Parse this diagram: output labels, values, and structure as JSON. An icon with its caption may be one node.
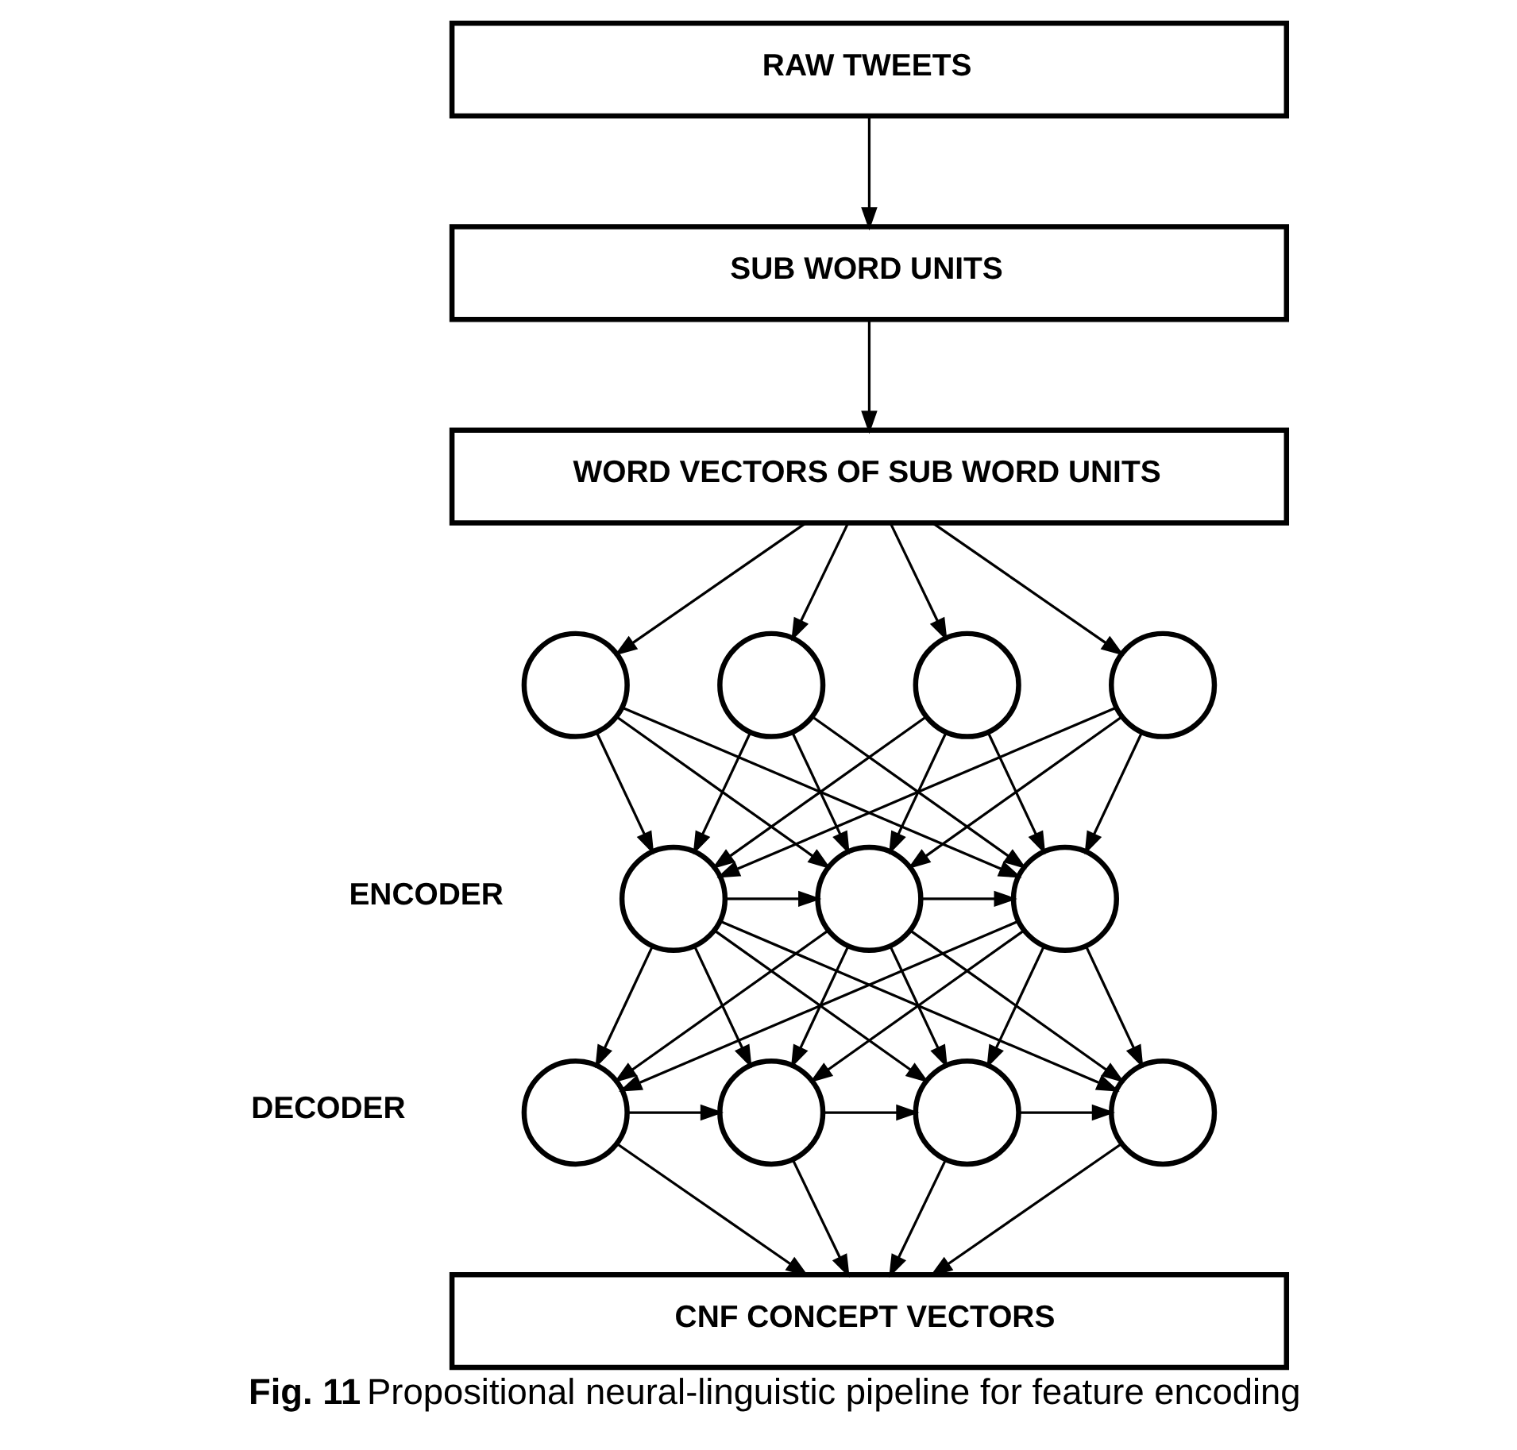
{
  "diagram": {
    "caption": "**Fig. 11** Propositional neural-linguistic pipeline for feature encoding",
    "nodes": [
      {
        "text": [
          "RAW TWEETS"
        ]
      },
      {
        "text": [
          "SUB WORD UNITS"
        ]
      },
      {
        "text": [
          "WORD VECTORS OF SUB WORD UNITS"
        ]
      },
      {
        "text": [],
        "shape": "circle"
      },
      {
        "text": [],
        "shape": "circle"
      },
      {
        "text": [],
        "shape": "circle"
      },
      {
        "text": [],
        "shape": "circle"
      },
      {
        "text": [],
        "shape": "circle"
      },
      {
        "text": [],
        "shape": "circle"
      },
      {
        "text": [],
        "shape": "circle"
      },
      {
        "text": [],
        "shape": "circle"
      },
      {
        "text": [],
        "shape": "circle"
      },
      {
        "text": [],
        "shape": "circle"
      },
      {
        "text": [],
        "shape": "circle"
      },
      {
        "text": [
          "CNF CONCEPT VECTORS"
        ]
      }
    ],
    "edges": [
      {
        "from": 0,
        "to": 1,
        "arrow": "to"
      },
      {
        "from": 1,
        "to": 2,
        "arrow": "to"
      },
      {
        "from": 2,
        "to": 3,
        "arrow": "to"
      },
      {
        "from": 2,
        "to": 4,
        "arrow": "to"
      },
      {
        "from": 2,
        "to": 5,
        "arrow": "to"
      },
      {
        "from": 2,
        "to": 6,
        "arrow": "to"
      },
      {
        "from": 3,
        "to": 7,
        "arrow": "to"
      },
      {
        "from": 3,
        "to": 8,
        "arrow": "to"
      },
      {
        "from": 3,
        "to": 9,
        "arrow": "to"
      },
      {
        "from": 4,
        "to": 7,
        "arrow": "to"
      },
      {
        "from": 4,
        "to": 8,
        "arrow": "to"
      },
      {
        "from": 4,
        "to": 9,
        "arrow": "to"
      },
      {
        "from": 5,
        "to": 7,
        "arrow": "to"
      },
      {
        "from": 5,
        "to": 8,
        "arrow": "to"
      },
      {
        "from": 5,
        "to": 9,
        "arrow": "to"
      },
      {
        "from": 6,
        "to": 7,
        "arrow": "to"
      },
      {
        "from": 6,
        "to": 8,
        "arrow": "to"
      },
      {
        "from": 6,
        "to": 9,
        "arrow": "to"
      },
      {
        "from": 7,
        "to": 8,
        "arrow": "to"
      },
      {
        "from": 8,
        "to": 9,
        "arrow": "to"
      },
      {
        "from": 7,
        "to": 10,
        "arrow": "to"
      },
      {
        "from": 7,
        "to": 11,
        "arrow": "to"
      },
      {
        "from": 7,
        "to": 12,
        "arrow": "to"
      },
      {
        "from": 7,
        "to": 13,
        "arrow": "to"
      },
      {
        "from": 8,
        "to": 10,
        "arrow": "to"
      },
      {
        "from": 8,
        "to": 11,
        "arrow": "to"
      },
      {
        "from": 8,
        "to": 12,
        "arrow": "to"
      },
      {
        "from": 8,
        "to": 13,
        "arrow": "to"
      },
      {
        "from": 9,
        "to": 10,
        "arrow": "to"
      },
      {
        "from": 9,
        "to": 11,
        "arrow": "to"
      },
      {
        "from": 9,
        "to": 12,
        "arrow": "to"
      },
      {
        "from": 9,
        "to": 13,
        "arrow": "to"
      },
      {
        "from": 10,
        "to": 11,
        "arrow": "to"
      },
      {
        "from": 11,
        "to": 12,
        "arrow": "to"
      },
      {
        "from": 12,
        "to": 13,
        "arrow": "to"
      },
      {
        "from": 10,
        "to": 14,
        "arrow": "to"
      },
      {
        "from": 11,
        "to": 14,
        "arrow": "to"
      },
      {
        "from": 12,
        "to": 14,
        "arrow": "to"
      },
      {
        "from": 13,
        "to": 14,
        "arrow": "to"
      }
    ],
    "labels": [
      "ENCODER",
      "DECODER"
    ]
  }
}
